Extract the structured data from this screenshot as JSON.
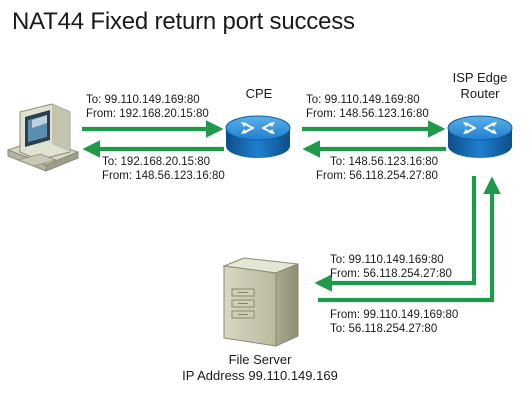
{
  "title": "NAT44 Fixed return port success",
  "nodes": {
    "cpe": {
      "label": "CPE"
    },
    "isp": {
      "label_line1": "ISP Edge",
      "label_line2": "Router"
    },
    "server": {
      "label_line1": "File Server",
      "label_line2": "IP Address 99.110.149.169"
    }
  },
  "flows": {
    "pc_to_cpe": {
      "to": "To: 99.110.149.169:80",
      "from": "From: 192.168.20.15:80"
    },
    "cpe_to_pc": {
      "to": "To: 192.168.20.15:80",
      "from": "From: 148.56.123.16:80"
    },
    "cpe_to_isp": {
      "to": "To: 99.110.149.169:80",
      "from": "From: 148.56.123.16:80"
    },
    "isp_to_cpe": {
      "to": "To: 148.56.123.16:80",
      "from": "From: 56.118.254.27:80"
    },
    "isp_to_server": {
      "to": "To: 99.110.149.169:80",
      "from": "From: 56.118.254.27:80"
    },
    "server_to_isp": {
      "from": "From: 99.110.149.169:80",
      "to": "To: 56.118.254.27:80"
    }
  },
  "colors": {
    "arrow": "#1f9a4a",
    "router_blue": "#1f7fd0",
    "router_dark": "#0f5e9e"
  },
  "icons": [
    "desktop-computer-icon",
    "router-icon",
    "router-icon",
    "file-server-icon"
  ]
}
